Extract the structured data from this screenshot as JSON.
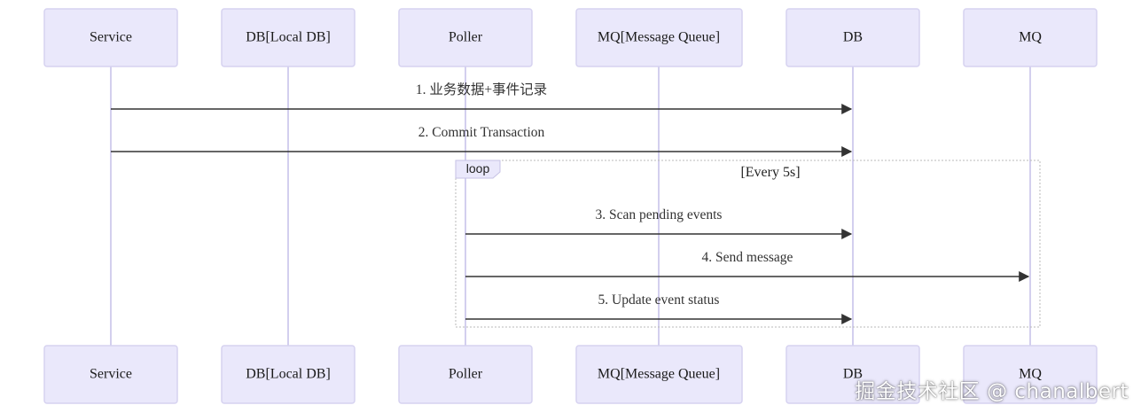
{
  "participants": [
    {
      "id": "service",
      "label": "Service"
    },
    {
      "id": "localdb",
      "label": "DB[Local DB]"
    },
    {
      "id": "poller",
      "label": "Poller"
    },
    {
      "id": "mqfull",
      "label": "MQ[Message Queue]"
    },
    {
      "id": "db",
      "label": "DB"
    },
    {
      "id": "mq",
      "label": "MQ"
    }
  ],
  "messages": [
    {
      "from": "service",
      "to": "db",
      "label": "1. 业务数据+事件记录"
    },
    {
      "from": "service",
      "to": "db",
      "label": "2. Commit Transaction"
    },
    {
      "from": "poller",
      "to": "db",
      "label": "3. Scan pending events"
    },
    {
      "from": "poller",
      "to": "mq",
      "label": "4. Send message"
    },
    {
      "from": "poller",
      "to": "db",
      "label": "5. Update event status"
    }
  ],
  "loop": {
    "label": "loop",
    "condition": "[Every 5s]"
  },
  "watermark": "掘金技术社区 @ chanalbert",
  "colors": {
    "actor_fill": "#eae8fb",
    "actor_border": "#d6d2f0",
    "lifeline": "#d3cfee",
    "arrow": "#333333"
  }
}
